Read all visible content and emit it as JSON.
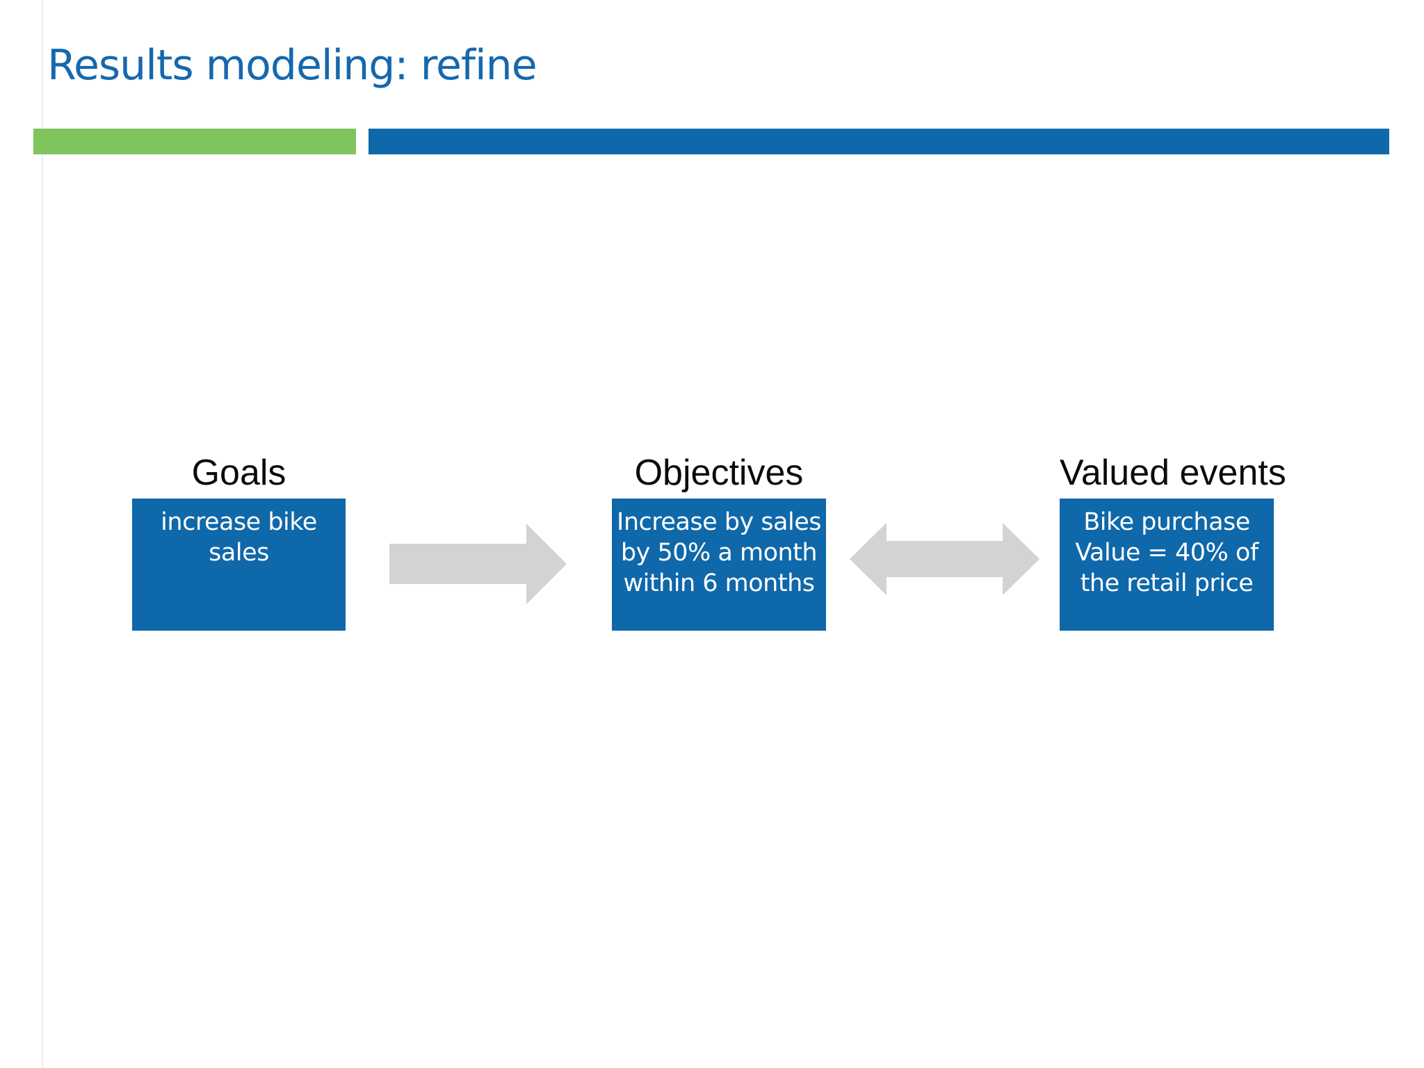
{
  "slide": {
    "title": "Results modeling: refine",
    "headings": {
      "goals": "Goals",
      "objectives": "Objectives",
      "valued_events": "Valued events"
    },
    "boxes": {
      "goals": "increase bike\nsales",
      "objectives": "Increase by sales\nby 50% a month\nwithin 6 months",
      "valued_events": "Bike purchase\nValue = 40% of\nthe retail price"
    },
    "icons": {
      "goals_to_objectives": "right-arrow",
      "objectives_valued_events": "double-headed-arrow"
    },
    "colors": {
      "background": "#ffffff",
      "title_text": "#1568ae",
      "accent_green": "#7fc45c",
      "accent_blue": "#0f68a9",
      "box_fill": "#0f68a9",
      "box_text": "#ffffff",
      "heading_text": "#0b0b0b",
      "arrow_fill": "#d3d3d4",
      "edge_line": "#ececec"
    }
  }
}
